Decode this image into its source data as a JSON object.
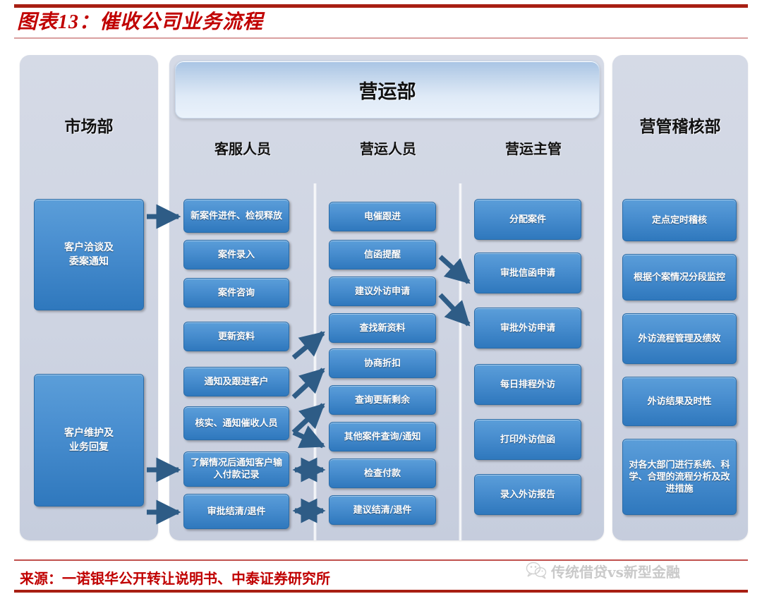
{
  "header": {
    "title": "图表13：催收公司业务流程",
    "accent_color": "#c00000",
    "rule_color": "#a81f13"
  },
  "banner": {
    "label": "营运部"
  },
  "lanes": [
    {
      "id": "market",
      "title": "市场部"
    },
    {
      "id": "ops",
      "title": "营运部"
    },
    {
      "id": "audit",
      "title": "营管稽核部"
    }
  ],
  "sublanes": [
    {
      "id": "cs",
      "title": "客服人员"
    },
    {
      "id": "ops-staff",
      "title": "营运人员"
    },
    {
      "id": "ops-lead",
      "title": "营运主管"
    }
  ],
  "columns": [
    {
      "id": "market",
      "title": "市场部",
      "boxes": [
        {
          "label": "客户洽谈及\n委案通知"
        },
        {
          "label": "客户维护及\n业务回复"
        }
      ]
    },
    {
      "id": "cs",
      "title": "客服人员",
      "boxes": [
        {
          "label": "新案件进件、检视释放"
        },
        {
          "label": "案件录入"
        },
        {
          "label": "案件咨询"
        },
        {
          "label": "更新资料"
        },
        {
          "label": "通知及跟进客户"
        },
        {
          "label": "核实、通知催收人员"
        },
        {
          "label": "了解情况后通知客户输入付款记录"
        },
        {
          "label": "审批结清/退件"
        }
      ]
    },
    {
      "id": "ops-staff",
      "title": "营运人员",
      "boxes": [
        {
          "label": "电催跟进"
        },
        {
          "label": "信函提醒"
        },
        {
          "label": "建议外访申请"
        },
        {
          "label": "查找新资料"
        },
        {
          "label": "协商折扣"
        },
        {
          "label": "查询更新剩余"
        },
        {
          "label": "其他案件查询/通知"
        },
        {
          "label": "检查付款"
        },
        {
          "label": "建议结清/退件"
        }
      ]
    },
    {
      "id": "ops-lead",
      "title": "营运主管",
      "boxes": [
        {
          "label": "分配案件"
        },
        {
          "label": "审批信函申请"
        },
        {
          "label": "审批外访申请"
        },
        {
          "label": "每日排程外访"
        },
        {
          "label": "打印外访信函"
        },
        {
          "label": "录入外访报告"
        }
      ]
    },
    {
      "id": "audit",
      "title": "营管稽核部",
      "boxes": [
        {
          "label": "定点定时稽核"
        },
        {
          "label": "根据个案情况分段监控"
        },
        {
          "label": "外访流程管理及绩效"
        },
        {
          "label": "外访结果及时性"
        },
        {
          "label": "对各大部门进行系统、科学、合理的流程分析及改进措施"
        }
      ]
    }
  ],
  "footer": {
    "source": "来源：一诺银华公开转让说明书、中泰证券研究所"
  },
  "watermark": {
    "icon": "wechat-icon",
    "text": "传统借贷vs新型金融"
  },
  "colors": {
    "box_top": "#5b9ed9",
    "box_bottom": "#2f78bd",
    "lane_bg": "#ced4e2",
    "arrow": "#2e5c86"
  }
}
